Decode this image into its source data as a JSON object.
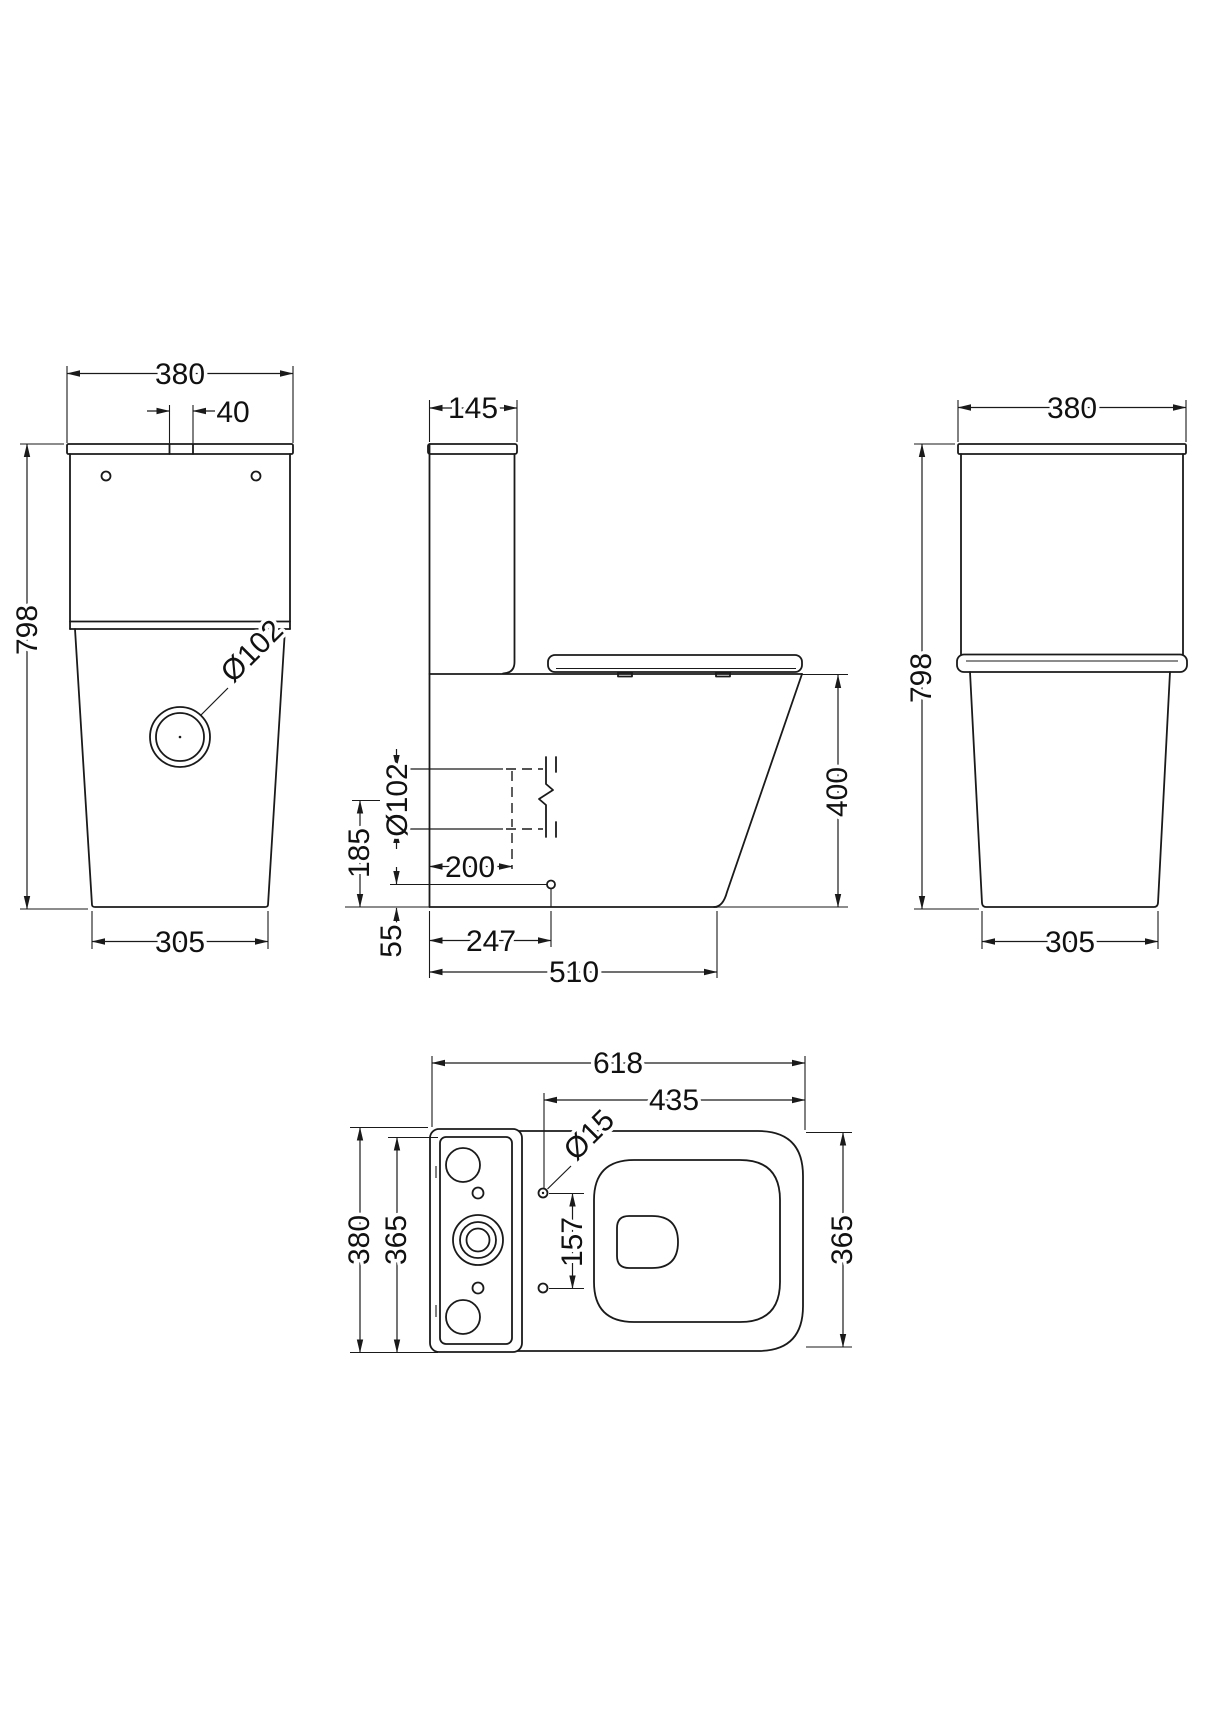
{
  "drawing": {
    "front_view": {
      "width": "380",
      "button_width": "40",
      "height": "798",
      "outlet_diameter": "Ø102",
      "base_width": "305"
    },
    "side_view": {
      "cistern_depth": "145",
      "outlet_diameter": "Ø102",
      "outlet_center_height": "185",
      "outlet_projection": "200",
      "fixing_offset_height": "55",
      "fixing_distance": "247",
      "overall_depth": "510",
      "seat_height": "400"
    },
    "back_view": {
      "width": "380",
      "height": "798",
      "base_width": "305"
    },
    "plan_view": {
      "overall_depth": "618",
      "fixing_to_front": "435",
      "fixing_hole_diameter": "Ø15",
      "fixing_hole_spacing": "157",
      "cistern_width": "380",
      "seat_width_left": "365",
      "seat_width_right": "365"
    },
    "colors": {
      "line": "#1a1a1a",
      "background": "#ffffff"
    }
  }
}
